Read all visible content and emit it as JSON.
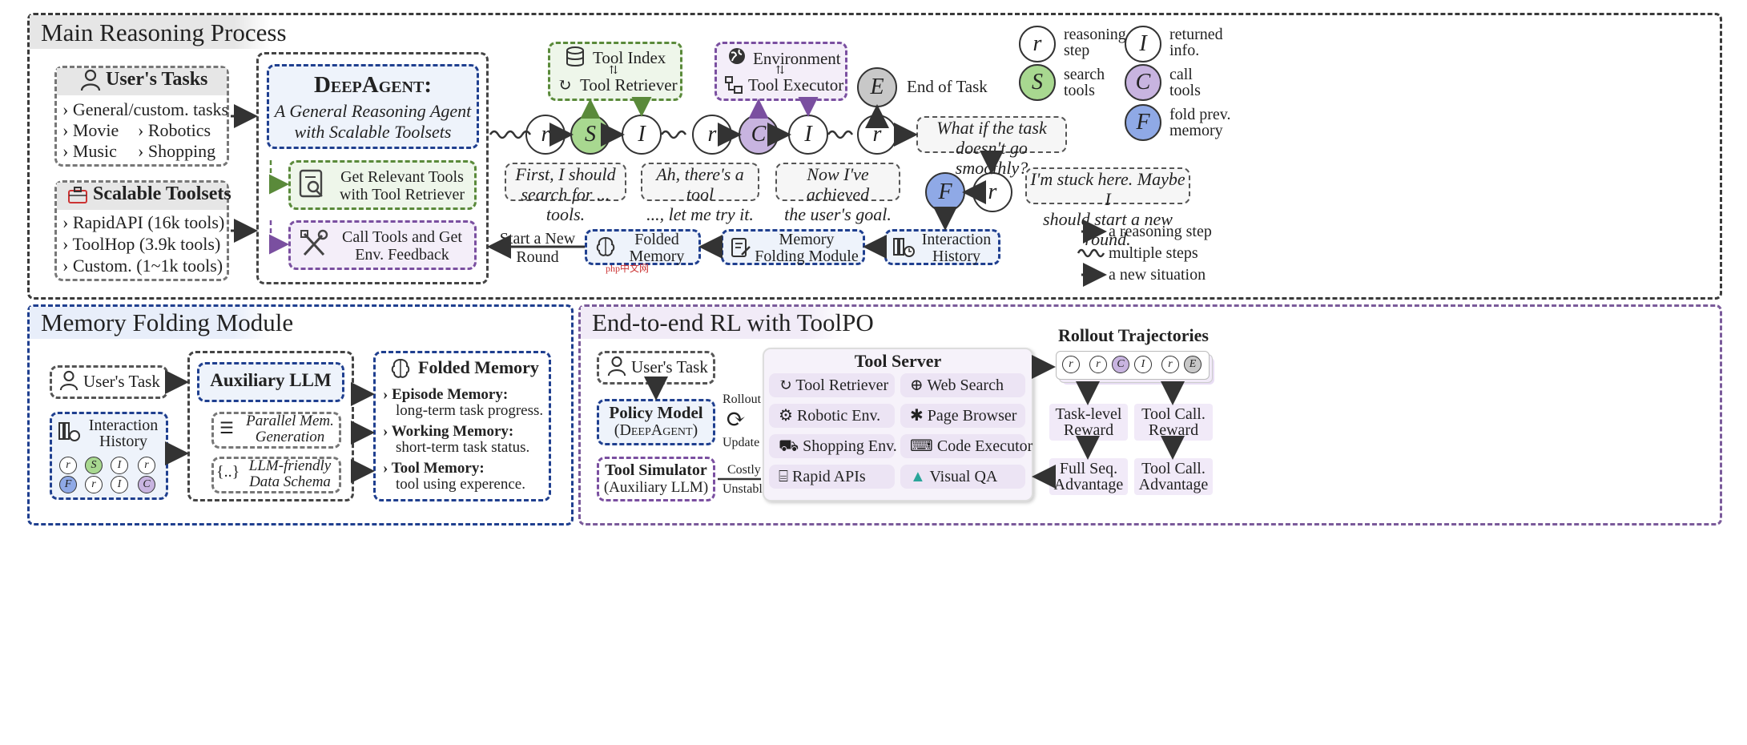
{
  "main": {
    "title": "Main Reasoning Process",
    "user_tasks": {
      "title": "User's Tasks",
      "items": [
        "General/custom. tasks",
        "Movie",
        "Robotics",
        "Music",
        "Shopping"
      ]
    },
    "toolsets": {
      "title": "Scalable Toolsets",
      "items": [
        "RapidAPI (16k tools)",
        "ToolHop (3.9k tools)",
        "Custom. (1~1k tools)"
      ]
    },
    "deepagent": {
      "name": "DeepAgent:",
      "subtitle_line1": "A General Reasoning Agent",
      "subtitle_line2": "with Scalable Toolsets"
    },
    "get_tools": {
      "line1": "Get Relevant Tools",
      "line2": "with Tool Retriever"
    },
    "call_tools": {
      "line1": "Call Tools and Get",
      "line2": "Env. Feedback"
    },
    "tool_index": "Tool Index",
    "tool_retriever": "Tool Retriever",
    "environment": "Environment",
    "tool_executor": "Tool Executor",
    "end_of_task": "End of Task",
    "bubbles": {
      "b1_line1": "First, I should",
      "b1_line2": "search for ... tools.",
      "b2_line1": "Ah, there's a tool",
      "b2_line2": "..., let me try it.",
      "b3_line1": "Now I've achieved",
      "b3_line2": "the user's goal.",
      "b4_line1": "What if the task",
      "b4_line2": "doesn't go smoothly?",
      "b5_line1": "I'm stuck here. Maybe I",
      "b5_line2": "should start a new round."
    },
    "start_new_round_line1": "Start a New",
    "start_new_round_line2": "Round",
    "folded_memory": {
      "line1": "Folded",
      "line2": "Memory"
    },
    "memory_folding_module": {
      "line1": "Memory",
      "line2": "Folding Module"
    },
    "interaction_history": {
      "line1": "Interaction",
      "line2": "History"
    },
    "watermark": "php中文网",
    "legend": {
      "r": {
        "symbol": "r",
        "line1": "reasoning",
        "line2": "step"
      },
      "I": {
        "symbol": "I",
        "line1": "returned",
        "line2": "info."
      },
      "S": {
        "symbol": "S",
        "line1": "search",
        "line2": "tools"
      },
      "C": {
        "symbol": "C",
        "line1": "call",
        "line2": "tools"
      },
      "F": {
        "symbol": "F",
        "line1": "fold prev.",
        "line2": "memory"
      },
      "E": {
        "symbol": "E"
      },
      "arrow_step": "a reasoning step",
      "multi_steps": "multiple steps",
      "new_situation": "a new situation"
    }
  },
  "memory": {
    "title": "Memory Folding Module",
    "user_task": "User's Task",
    "interaction_history": {
      "line1": "Interaction",
      "line2": "History"
    },
    "aux_llm": "Auxiliary LLM",
    "parallel": {
      "line1": "Parallel Mem.",
      "line2": "Generation"
    },
    "schema": {
      "line1": "LLM-friendly",
      "line2": "Data Schema"
    },
    "folded_memory": "Folded Memory",
    "episode": {
      "title": "Episode Memory:",
      "desc": "long-term task progress."
    },
    "working": {
      "title": "Working Memory:",
      "desc": "short-term task status."
    },
    "toolmem": {
      "title": "Tool Memory:",
      "desc": "tool using experence."
    }
  },
  "rl": {
    "title": "End-to-end RL with ToolPO",
    "user_task": "User's Task",
    "policy_model": {
      "line1": "Policy Model",
      "line2": "(DeepAgent)"
    },
    "rollout": "Rollout",
    "update": "Update",
    "tool_simulator": {
      "line1": "Tool Simulator",
      "line2": "(Auxiliary LLM)"
    },
    "costly": "Costly",
    "unstable": "Unstable",
    "tool_server": "Tool Server",
    "tools": [
      "Tool Retriever",
      "Web Search",
      "Robotic Env.",
      "Page Browser",
      "Shopping Env.",
      "Code Executor",
      "Rapid APIs",
      "Visual QA"
    ],
    "rollout_traj": "Rollout Trajectories",
    "task_reward": {
      "line1": "Task-level",
      "line2": "Reward"
    },
    "call_reward": {
      "line1": "Tool Call.",
      "line2": "Reward"
    },
    "full_adv": {
      "line1": "Full Seq.",
      "line2": "Advantage"
    },
    "call_adv": {
      "line1": "Tool Call.",
      "line2": "Advantage"
    }
  },
  "colors": {
    "green": "#a8d890",
    "purple": "#c8b4e0",
    "blue": "#8fa9e6",
    "gray": "#c8c8c8"
  }
}
